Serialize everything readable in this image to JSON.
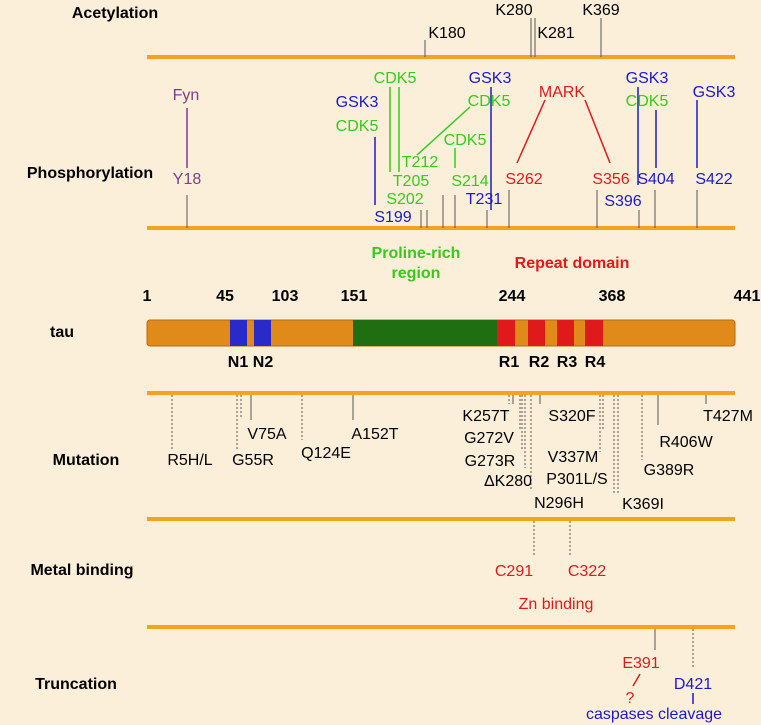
{
  "colors": {
    "background": "#FCEFD9",
    "track": "#F5A21E",
    "protein_bar": "#E08A1A",
    "blue": "#1A1ACC",
    "green": "#33CC1A",
    "red": "#E01A1A",
    "purple": "#7E3C8E",
    "dark": "#000000",
    "domain_green": "#1F6E12",
    "domain_blue": "#2A2AC8",
    "domain_red": "#E01A1A",
    "gray": "#333333"
  },
  "sections": {
    "acetylation": "Acetylation",
    "phosphorylation": "Phosphorylation",
    "tau": "tau",
    "mutation": "Mutation",
    "metal_binding": "Metal binding",
    "truncation": "Truncation"
  },
  "acetylation": {
    "sites": [
      "K180",
      "K280",
      "K281",
      "K369"
    ]
  },
  "phosphorylation": {
    "sites": {
      "y18": "Y18",
      "s199": "S199",
      "s202": "S202",
      "t205": "T205",
      "t212": "T212",
      "s214": "S214",
      "t231": "T231",
      "s262": "S262",
      "s356": "S356",
      "s396": "S396",
      "s404": "S404",
      "s422": "S422"
    },
    "kinases": {
      "fyn": "Fyn",
      "gsk3_a": "GSK3",
      "cdk5_a": "CDK5",
      "cdk5_b": "CDK5",
      "gsk3_b": "GSK3",
      "cdk5_c": "CDK5",
      "cdk5_d": "CDK5",
      "mark": "MARK",
      "gsk3_c": "GSK3",
      "cdk5_e": "CDK5",
      "gsk3_d": "GSK3"
    }
  },
  "tau": {
    "positions": [
      "1",
      "45",
      "103",
      "151",
      "244",
      "368",
      "441"
    ],
    "proline_rich_line1": "Proline-rich",
    "proline_rich_line2": "region",
    "repeat_domain": "Repeat domain",
    "n_labels": [
      "N1",
      "N2"
    ],
    "r_labels": [
      "R1",
      "R2",
      "R3",
      "R4"
    ]
  },
  "mutation": {
    "sites": {
      "r5": "R5H/L",
      "g55r": "G55R",
      "v75a": "V75A",
      "q124e": "Q124E",
      "a152t": "A152T",
      "k257t": "K257T",
      "g272v": "G272V",
      "g273r": "G273R",
      "dk280": "ΔK280",
      "n296h": "N296H",
      "s320f": "S320F",
      "v337m": "V337M",
      "p301": "P301L/S",
      "k369i": "K369I",
      "g389r": "G389R",
      "r406w": "R406W",
      "t427m": "T427M"
    }
  },
  "metal_binding": {
    "sites": [
      "C291",
      "C322"
    ],
    "note": "Zn binding"
  },
  "truncation": {
    "sites": [
      "E391",
      "D421"
    ],
    "question": "?",
    "note": "caspases cleavage"
  }
}
